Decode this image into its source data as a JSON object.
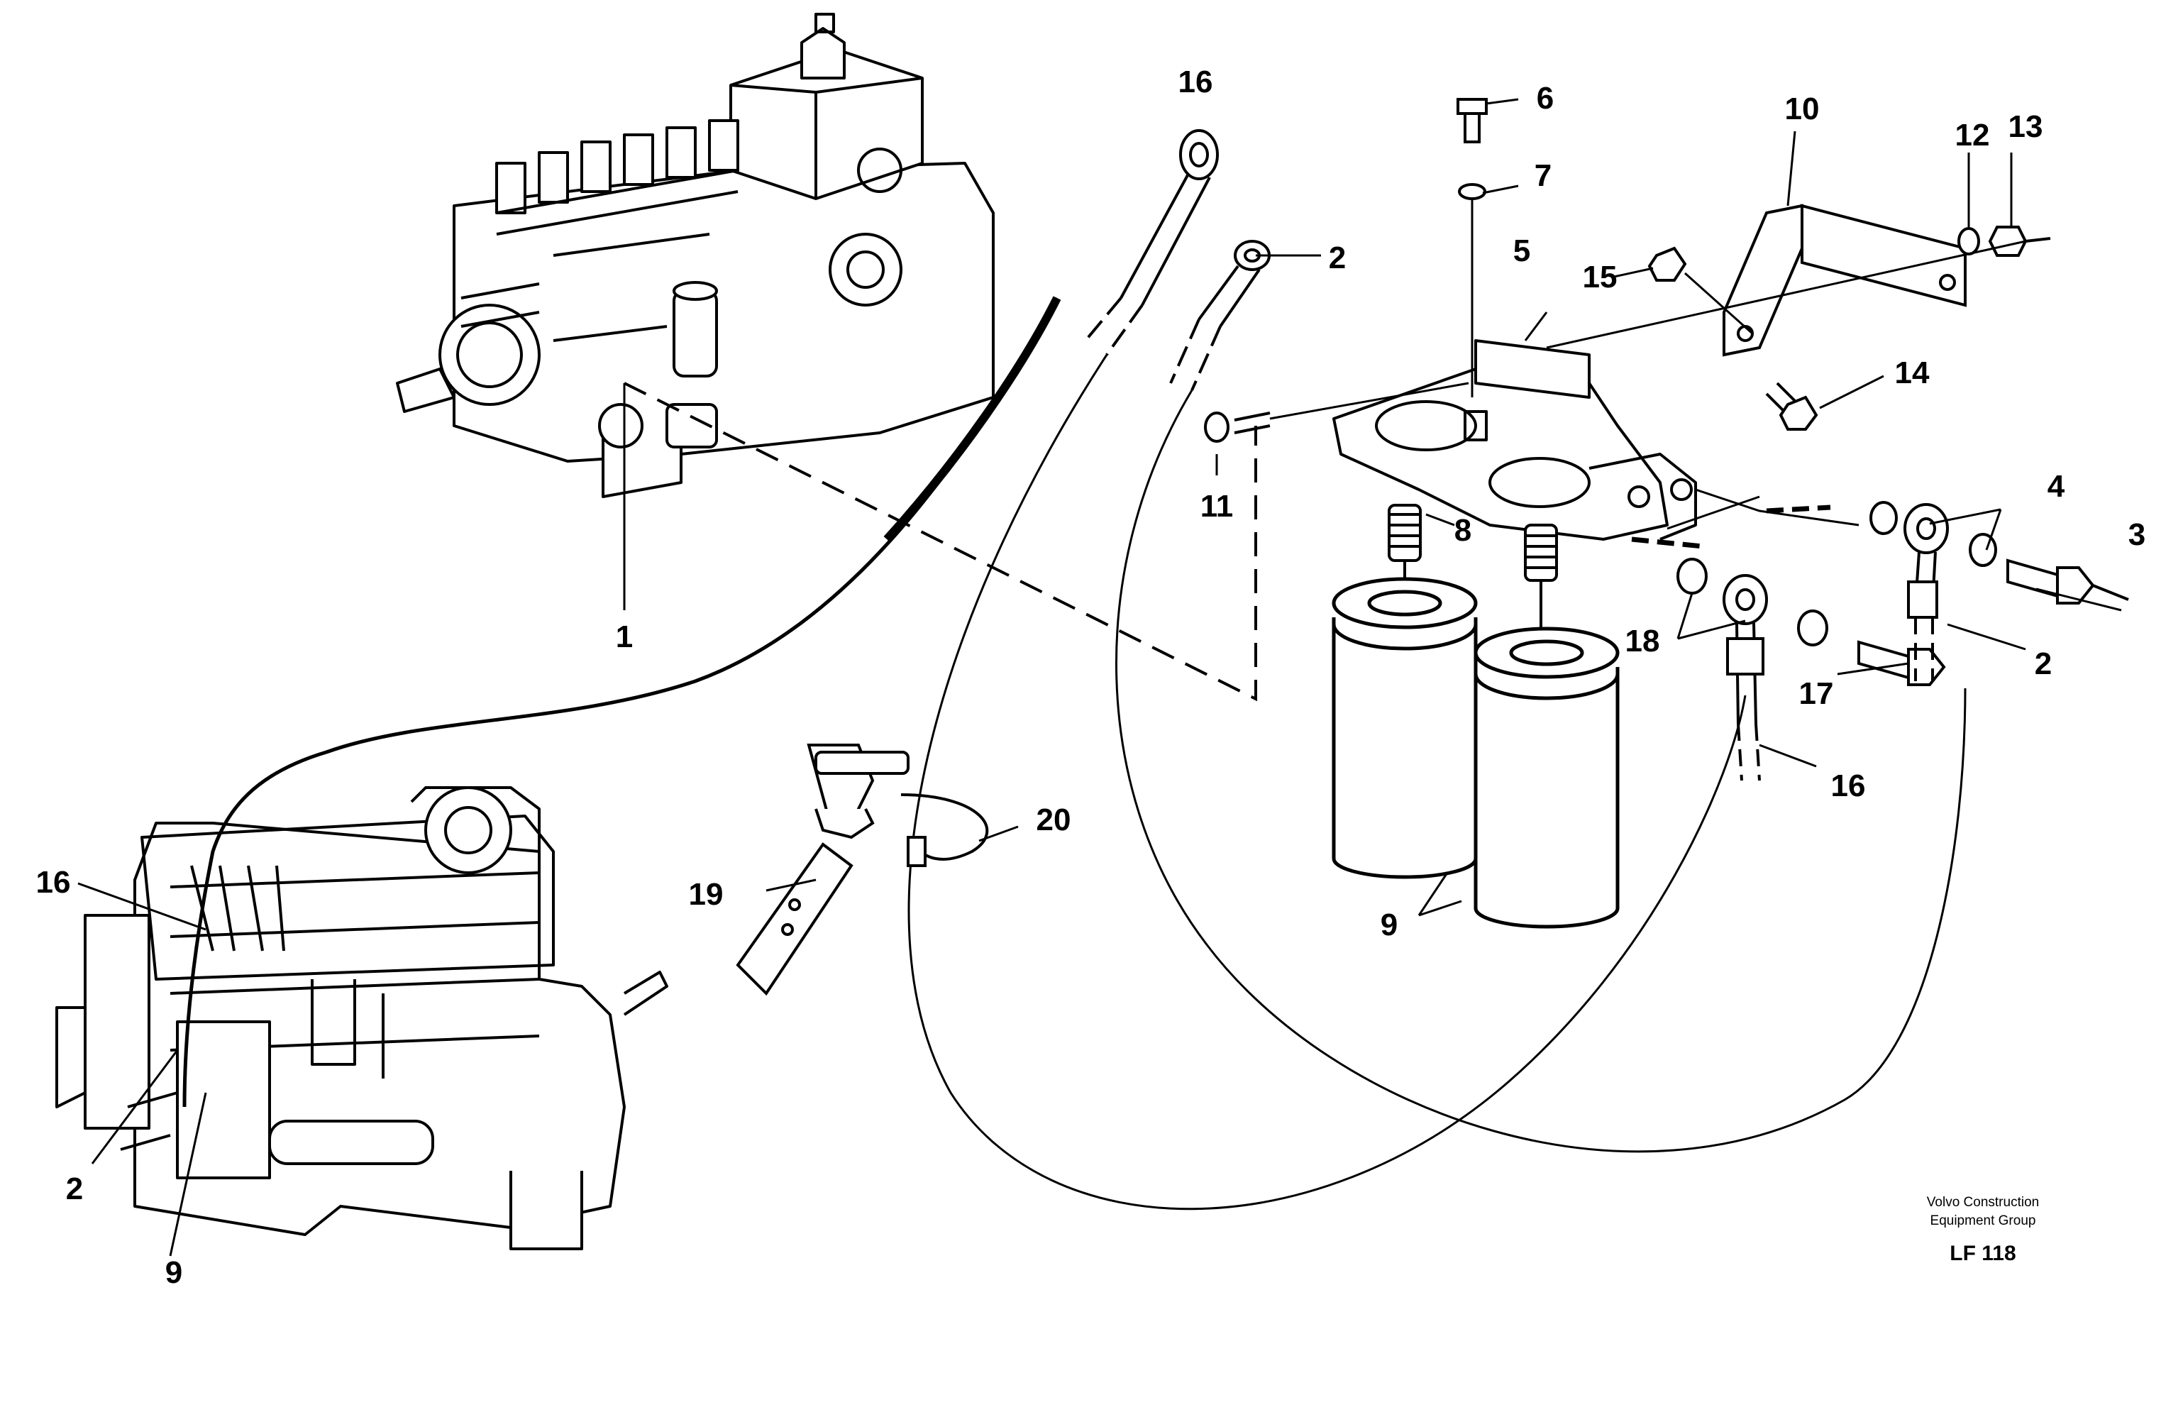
{
  "part_labels": {
    "p1": "1",
    "p2a": "2",
    "p2b": "2",
    "p2c": "2",
    "p3": "3",
    "p4": "4",
    "p5": "5",
    "p6": "6",
    "p7": "7",
    "p8": "8",
    "p9a": "9",
    "p9b": "9",
    "p10": "10",
    "p11": "11",
    "p12": "12",
    "p13": "13",
    "p14": "14",
    "p15": "15",
    "p16a": "16",
    "p16b": "16",
    "p16c": "16",
    "p17": "17",
    "p18": "18",
    "p19": "19",
    "p20": "20"
  },
  "footer": {
    "company_line1": "Volvo Construction",
    "company_line2": "Equipment Group",
    "ref_code": "LF 118"
  }
}
